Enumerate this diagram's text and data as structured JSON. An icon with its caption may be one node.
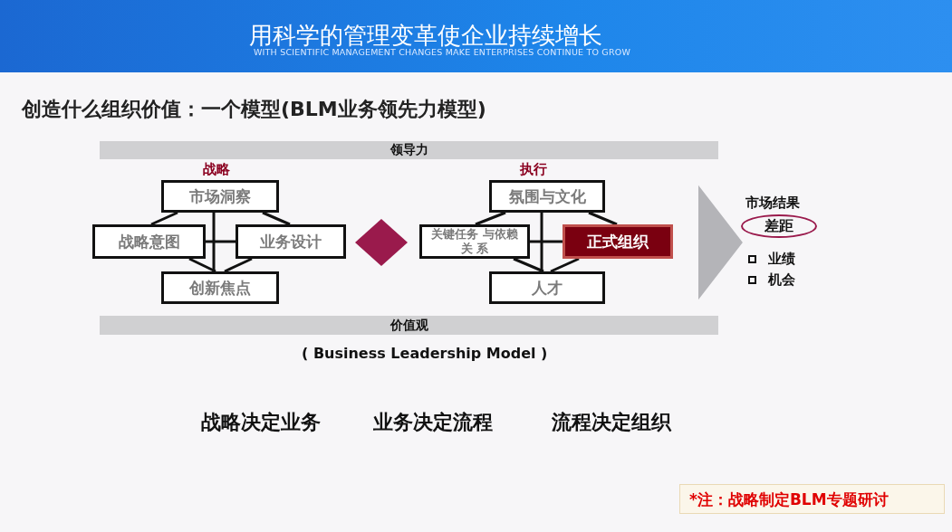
{
  "diagram": {
    "title": "创造什么组织价值：一个模型(BLM业务领先力模型)",
    "nodes": [
      {
        "text": [
          "领导力"
        ]
      },
      {
        "text": [
          "价值观"
        ]
      },
      {
        "text": [
          "市场洞察"
        ]
      },
      {
        "text": [
          "战略意图"
        ]
      },
      {
        "text": [
          "业务设计"
        ]
      },
      {
        "text": [
          "创新焦点"
        ]
      },
      {
        "text": [],
        "shape": "diamond"
      },
      {
        "text": [
          "氛围与文化"
        ]
      },
      {
        "text": [
          "关键任务 与依赖关 系"
        ]
      },
      {
        "text": [
          "正式组织"
        ]
      },
      {
        "text": [
          "人才"
        ]
      },
      {
        "text": [
          "差距"
        ],
        "beside": [
          "市场结果"
        ]
      }
    ],
    "edges": [
      {
        "from": 2,
        "to": 3,
        "arrow": "none"
      },
      {
        "from": 2,
        "to": 4,
        "arrow": "none"
      },
      {
        "from": 3,
        "to": 5,
        "arrow": "none"
      },
      {
        "from": 4,
        "to": 5,
        "arrow": "none"
      },
      {
        "from": 2,
        "to": 5,
        "arrow": "none"
      },
      {
        "from": 3,
        "to": 4,
        "arrow": "none"
      },
      {
        "from": 7,
        "to": 8,
        "arrow": "none"
      },
      {
        "from": 7,
        "to": 9,
        "arrow": "none"
      },
      {
        "from": 8,
        "to": 10,
        "arrow": "none"
      },
      {
        "from": 9,
        "to": 10,
        "arrow": "none"
      },
      {
        "from": 7,
        "to": 10,
        "arrow": "none"
      },
      {
        "from": 8,
        "to": 9,
        "arrow": "none"
      },
      {
        "from": 9,
        "to": 11,
        "arrow": "to",
        "style": "thick",
        "color": "#b4b4b8"
      }
    ],
    "labels": [
      "用科学的管理变革使企业持续增长",
      "WITH SCIENTIFIC MANAGEMENT CHANGES MAKE ENTERPRISES CONTINUE TO GROW",
      "战略",
      "执行",
      "业绩",
      "机会",
      "( Business Leadership Model )",
      "战略决定业务",
      "业务决定流程",
      "流程决定组织",
      "*注：战略制定BLM专题研讨"
    ]
  }
}
